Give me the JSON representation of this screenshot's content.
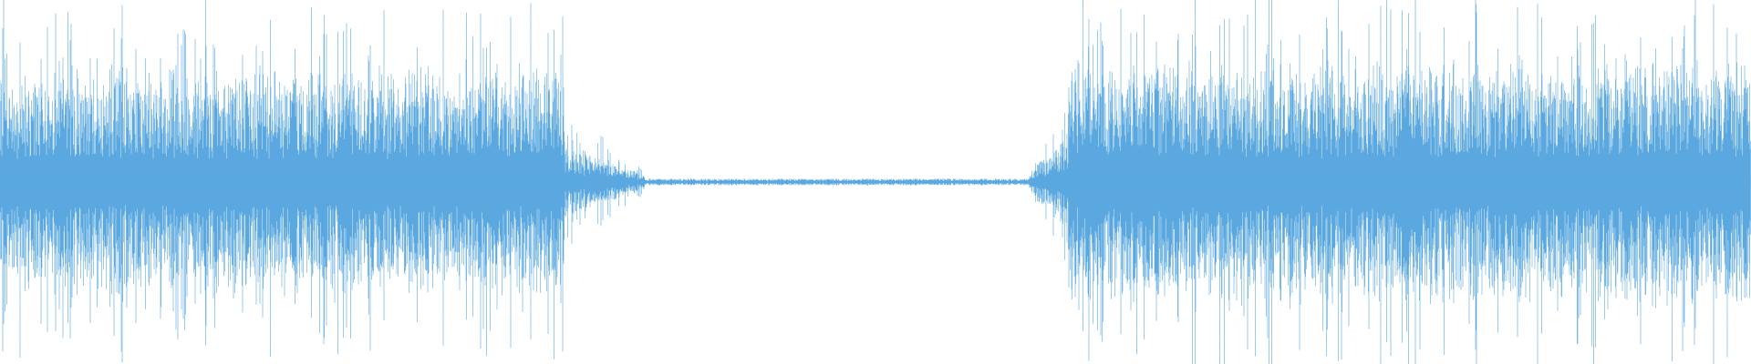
{
  "waveform": {
    "color": "#5ba8e0",
    "background": "#ffffff",
    "segments": [
      {
        "kind": "active",
        "start": 0.0,
        "end": 0.322,
        "base_amp": 0.28,
        "peak_amp": 0.46
      },
      {
        "kind": "decay",
        "start": 0.322,
        "end": 0.368,
        "base_amp": 0.1,
        "peak_amp": 0.18
      },
      {
        "kind": "silence",
        "start": 0.368,
        "end": 0.588,
        "base_amp": 0.006,
        "peak_amp": 0.01
      },
      {
        "kind": "attack",
        "start": 0.588,
        "end": 0.61,
        "base_amp": 0.1,
        "peak_amp": 0.2
      },
      {
        "kind": "active",
        "start": 0.61,
        "end": 1.0,
        "base_amp": 0.3,
        "peak_amp": 0.5
      }
    ]
  }
}
